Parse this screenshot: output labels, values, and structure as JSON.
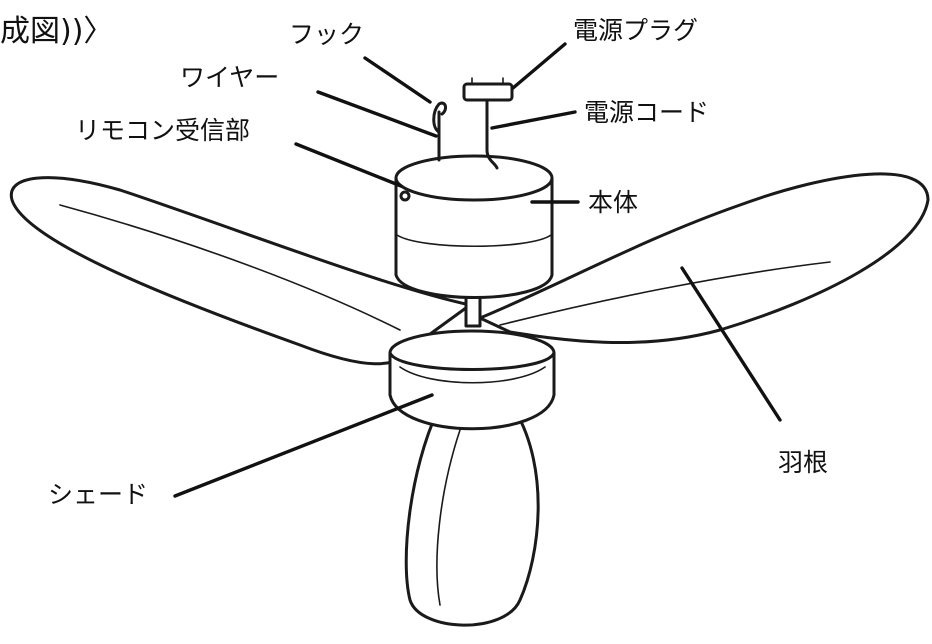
{
  "heading": "成図))〉",
  "labels": {
    "hook": "フック",
    "power_plug": "電源プラグ",
    "wire": "ワイヤー",
    "power_cord": "電源コード",
    "remote_receiver": "リモコン受信部",
    "body": "本体",
    "blade": "羽根",
    "shade": "シェード"
  }
}
